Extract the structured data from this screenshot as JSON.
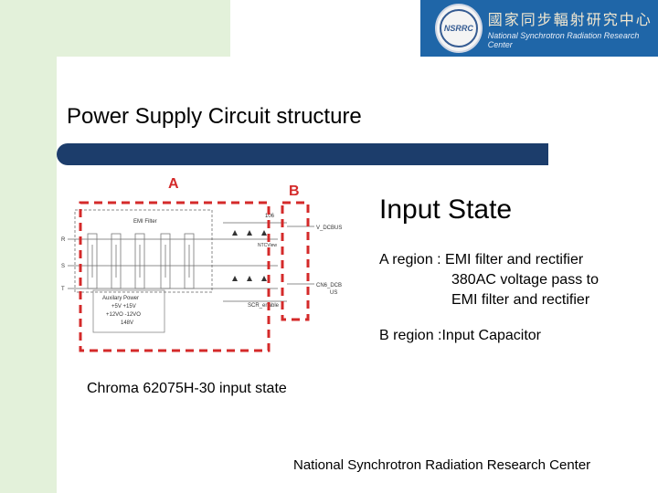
{
  "header": {
    "logo_seal_text": "NSRRC",
    "logo_cn": "國家同步輻射研究中心",
    "logo_en": "National Synchrotron Radiation Research Center"
  },
  "slide": {
    "title": "Power Supply Circuit structure"
  },
  "diagram": {
    "label_a": "A",
    "label_b": "B",
    "emi_filter": "EMI Filter",
    "input_r": "R",
    "input_s": "S",
    "input_t": "T",
    "aux_title": "Auxilary Power",
    "aux_line1": "+5V +15V",
    "aux_line2": "+12VO -12VO",
    "aux_line3": "148V",
    "out_vdcbus": "V_DCBUS",
    "out_cn6": "CN6_DCB",
    "out_us": "US",
    "scr_enable": "SCR_enable",
    "ntc_label": "NTCView",
    "r106": "106"
  },
  "content": {
    "input_state_title": "Input State",
    "region_a_line1": "A region : EMI filter and rectifier",
    "region_a_line2": "380AC voltage pass to",
    "region_a_line3": "EMI filter and rectifier",
    "region_b": "B region :Input Capacitor",
    "caption": "Chroma 62075H-30 input state"
  },
  "footer": {
    "org": "National Synchrotron Radiation Research Center"
  },
  "colors": {
    "band": "#e3f1da",
    "title_bar": "#1c3d6b",
    "logo_banner": "#1f66a8",
    "highlight_red": "#d42a2a"
  }
}
